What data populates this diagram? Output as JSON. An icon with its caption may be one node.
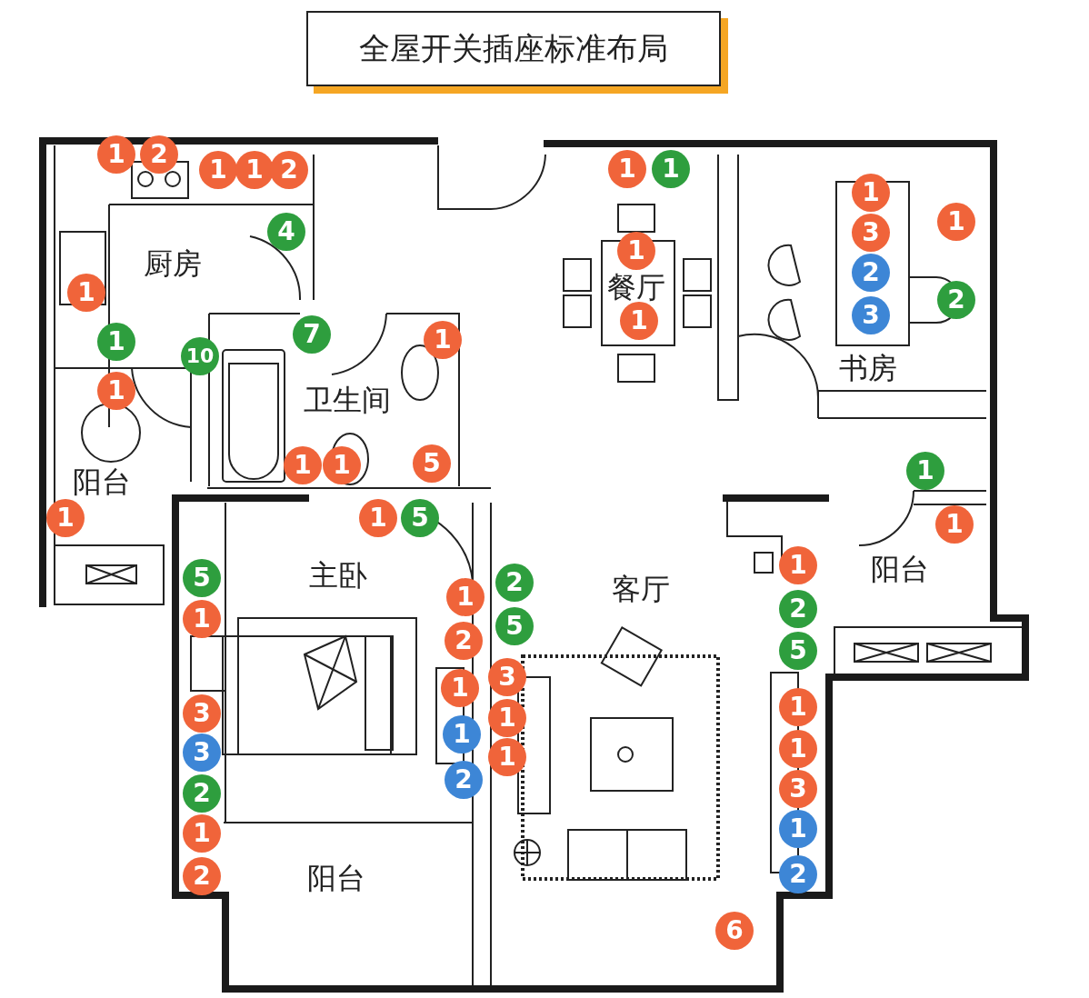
{
  "diagram": {
    "title": "全屋开关插座标准布局",
    "nodes": [
      {
        "text": [
          "1"
        ]
      },
      {
        "text": [
          "2"
        ]
      },
      {
        "text": [
          "1"
        ]
      },
      {
        "text": [
          "1"
        ]
      },
      {
        "text": [
          "2"
        ]
      },
      {
        "text": [
          "1"
        ]
      },
      {
        "text": [
          "1"
        ]
      },
      {
        "text": [
          "1"
        ]
      },
      {
        "text": [
          "1"
        ]
      },
      {
        "text": [
          "4"
        ]
      },
      {
        "text": [
          "3"
        ]
      },
      {
        "text": [
          "1"
        ]
      },
      {
        "text": [
          "2"
        ]
      },
      {
        "text": [
          "1"
        ]
      },
      {
        "text": [
          "2"
        ]
      },
      {
        "text": [
          "3"
        ]
      },
      {
        "text": [
          "1"
        ]
      },
      {
        "text": [
          "7"
        ]
      },
      {
        "text": [
          "1"
        ]
      },
      {
        "text": [
          "1"
        ]
      },
      {
        "text": [
          "10"
        ]
      },
      {
        "text": [
          "1"
        ]
      },
      {
        "text": [
          "1"
        ]
      },
      {
        "text": [
          "1"
        ]
      },
      {
        "text": [
          "5"
        ]
      },
      {
        "text": [
          "1"
        ]
      },
      {
        "text": [
          "1"
        ]
      },
      {
        "text": [
          "1"
        ]
      },
      {
        "text": [
          "5"
        ]
      },
      {
        "text": [
          "1"
        ]
      },
      {
        "text": [
          "1"
        ]
      },
      {
        "text": [
          "5"
        ]
      },
      {
        "text": [
          "2"
        ]
      },
      {
        "text": [
          "1"
        ]
      },
      {
        "text": [
          "2"
        ]
      },
      {
        "text": [
          "1"
        ]
      },
      {
        "text": [
          "5"
        ]
      },
      {
        "text": [
          "2"
        ]
      },
      {
        "text": [
          "5"
        ]
      },
      {
        "text": [
          "3"
        ]
      },
      {
        "text": [
          "1"
        ]
      },
      {
        "text": [
          "1"
        ]
      },
      {
        "text": [
          "3"
        ]
      },
      {
        "text": [
          "1"
        ]
      },
      {
        "text": [
          "1"
        ]
      },
      {
        "text": [
          "1"
        ]
      },
      {
        "text": [
          "3"
        ]
      },
      {
        "text": [
          "1"
        ]
      },
      {
        "text": [
          "2"
        ]
      },
      {
        "text": [
          "3"
        ]
      },
      {
        "text": [
          "2"
        ]
      },
      {
        "text": [
          "1"
        ]
      },
      {
        "text": [
          "1"
        ]
      },
      {
        "text": [
          "2"
        ]
      },
      {
        "text": [
          "2"
        ]
      },
      {
        "text": [
          "6"
        ]
      }
    ],
    "labels": [
      "厨房",
      "餐厅",
      "书房",
      "卫生间",
      "阳台",
      "阳台",
      "主卧",
      "客厅",
      "阳台"
    ]
  }
}
